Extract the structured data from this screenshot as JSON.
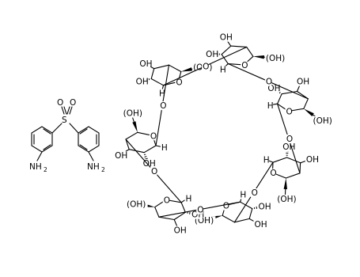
{
  "molecule_1": {
    "atoms": {
      "sulfur": "S",
      "oxygen_1": "O",
      "oxygen_2": "O",
      "amine_left": "NH",
      "amine_right": "NH",
      "subscript": "2"
    }
  },
  "molecule_2": {
    "labels": {
      "oh": "OH",
      "ho": "HO",
      "h_oh": "(OH)",
      "ring_oxygen": "O",
      "bridge_oxygen": "O",
      "h": "H"
    }
  },
  "colors": {
    "ink": "#000000",
    "background": "#ffffff"
  }
}
